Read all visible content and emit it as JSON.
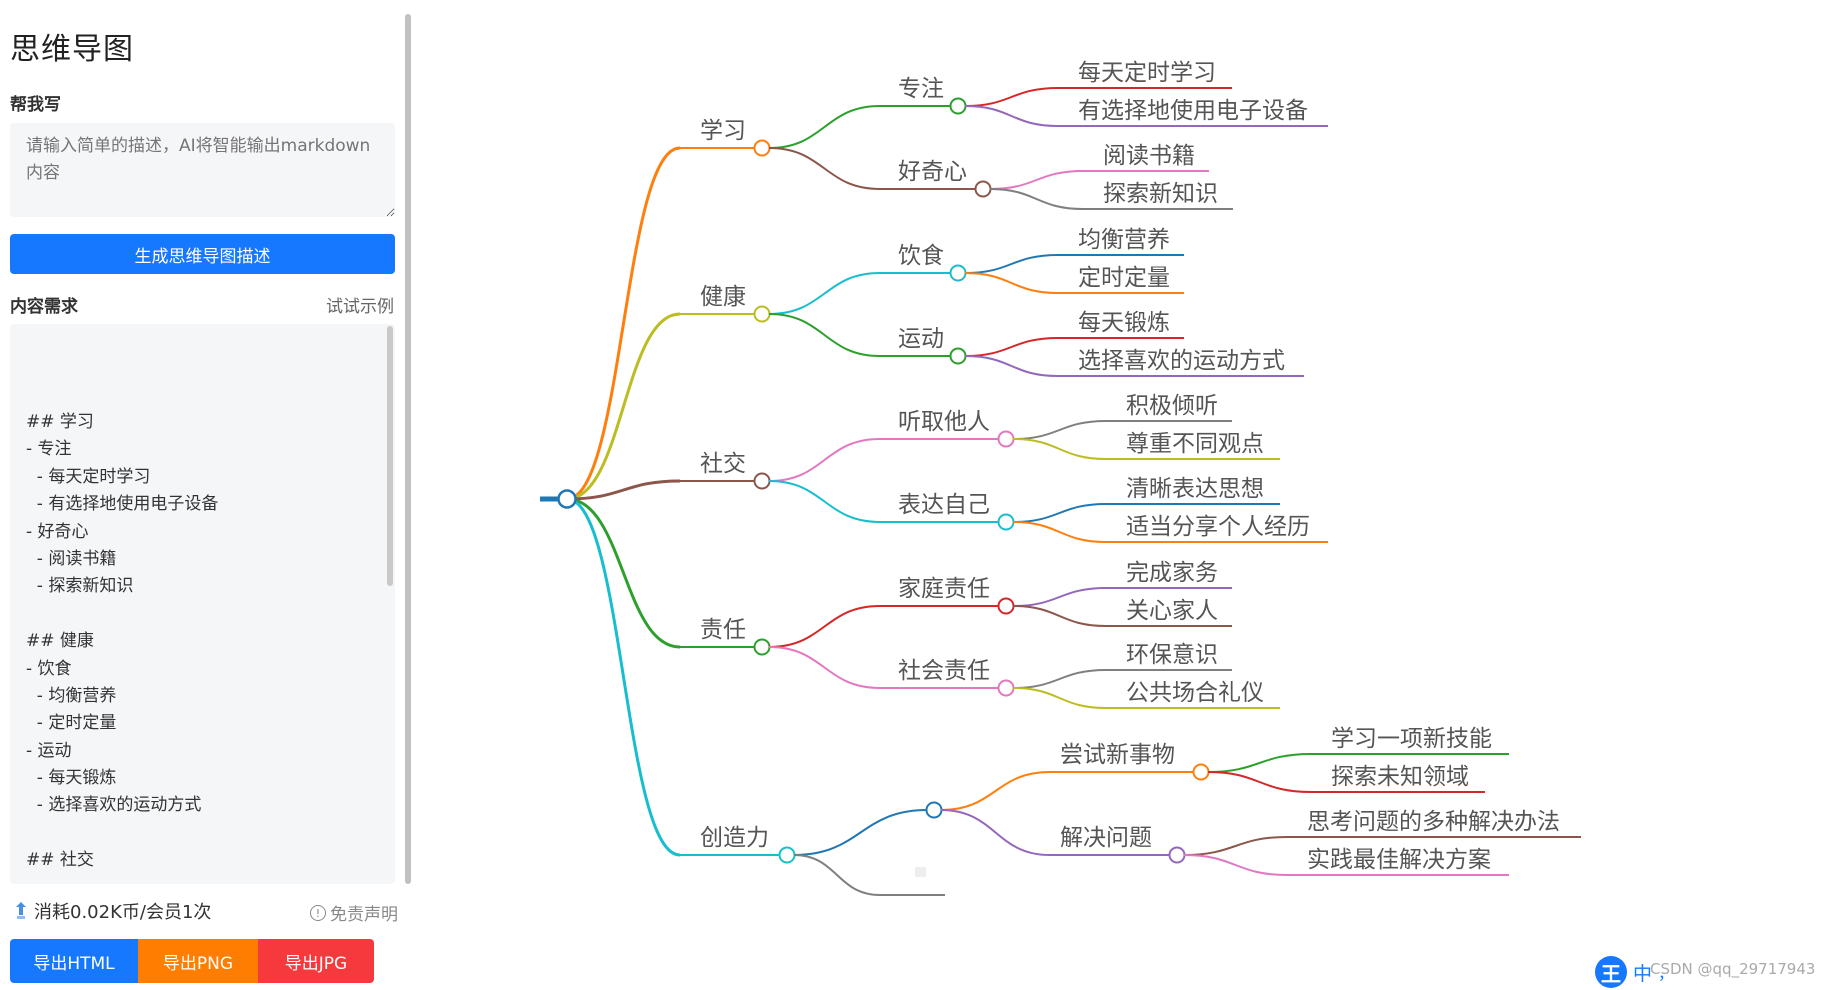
{
  "app": {
    "title": "思维导图"
  },
  "help_write": {
    "label": "帮我写",
    "placeholder": "请输入简单的描述，AI将智能输出markdown内容",
    "generate_button": "生成思维导图描述"
  },
  "content": {
    "label": "内容需求",
    "try_example": "试试示例",
    "markdown_lines": [
      "## 学习",
      "- 专注",
      "  - 每天定时学习",
      "  - 有选择地使用电子设备",
      "- 好奇心",
      "  - 阅读书籍",
      "  - 探索新知识",
      "",
      "## 健康",
      "- 饮食",
      "  - 均衡营养",
      "  - 定时定量",
      "- 运动",
      "  - 每天锻炼",
      "  - 选择喜欢的运动方式",
      "",
      "## 社交"
    ]
  },
  "footer": {
    "cost": "消耗0.02K币/会员1次",
    "disclaimer": "免责声明",
    "export_html": "导出HTML",
    "export_png": "导出PNG",
    "export_jpg": "导出JPG"
  },
  "mindmap": {
    "branches": [
      {
        "label": "学习",
        "color": "#ff7f0e",
        "children": [
          {
            "label": "专注",
            "color": "#2ca02c",
            "leaves": [
              {
                "label": "每天定时学习",
                "color": "#d62728"
              },
              {
                "label": "有选择地使用电子设备",
                "color": "#9467bd"
              }
            ]
          },
          {
            "label": "好奇心",
            "color": "#8c564b",
            "leaves": [
              {
                "label": "阅读书籍",
                "color": "#e377c2"
              },
              {
                "label": "探索新知识",
                "color": "#7f7f7f"
              }
            ]
          }
        ]
      },
      {
        "label": "健康",
        "color": "#bcbd22",
        "children": [
          {
            "label": "饮食",
            "color": "#17becf",
            "leaves": [
              {
                "label": "均衡营养",
                "color": "#1f77b4"
              },
              {
                "label": "定时定量",
                "color": "#ff7f0e"
              }
            ]
          },
          {
            "label": "运动",
            "color": "#2ca02c",
            "leaves": [
              {
                "label": "每天锻炼",
                "color": "#d62728"
              },
              {
                "label": "选择喜欢的运动方式",
                "color": "#9467bd"
              }
            ]
          }
        ]
      },
      {
        "label": "社交",
        "color": "#8c564b",
        "children": [
          {
            "label": "听取他人",
            "color": "#e377c2",
            "leaves": [
              {
                "label": "积极倾听",
                "color": "#7f7f7f"
              },
              {
                "label": "尊重不同观点",
                "color": "#bcbd22"
              }
            ]
          },
          {
            "label": "表达自己",
            "color": "#17becf",
            "leaves": [
              {
                "label": "清晰表达思想",
                "color": "#1f77b4"
              },
              {
                "label": "适当分享个人经历",
                "color": "#ff7f0e"
              }
            ]
          }
        ]
      },
      {
        "label": "责任",
        "color": "#2ca02c",
        "children": [
          {
            "label": "家庭责任",
            "color": "#d62728",
            "leaves": [
              {
                "label": "完成家务",
                "color": "#9467bd"
              },
              {
                "label": "关心家人",
                "color": "#8c564b"
              }
            ]
          },
          {
            "label": "社会责任",
            "color": "#e377c2",
            "leaves": [
              {
                "label": "环保意识",
                "color": "#7f7f7f"
              },
              {
                "label": "公共场合礼仪",
                "color": "#bcbd22"
              }
            ]
          }
        ]
      },
      {
        "label": "创造力",
        "color": "#17becf",
        "children": [
          {
            "label": "",
            "color": "#1f77b4",
            "children": [
              {
                "label": "尝试新事物",
                "color": "#ff7f0e",
                "leaves": [
                  {
                    "label": "学习一项新技能",
                    "color": "#2ca02c"
                  },
                  {
                    "label": "探索未知领域",
                    "color": "#d62728"
                  }
                ]
              },
              {
                "label": "解决问题",
                "color": "#9467bd",
                "leaves": [
                  {
                    "label": "思考问题的多种解决办法",
                    "color": "#8c564b"
                  },
                  {
                    "label": "实践最佳解决方案",
                    "color": "#e377c2"
                  }
                ]
              }
            ]
          },
          {
            "label": "",
            "color": "#7f7f7f"
          }
        ]
      }
    ],
    "root_color": "#1f77b4"
  },
  "watermark": "CSDN @qq_29717943",
  "ime": {
    "logo": "王",
    "mode": "中",
    "punct": "，"
  }
}
